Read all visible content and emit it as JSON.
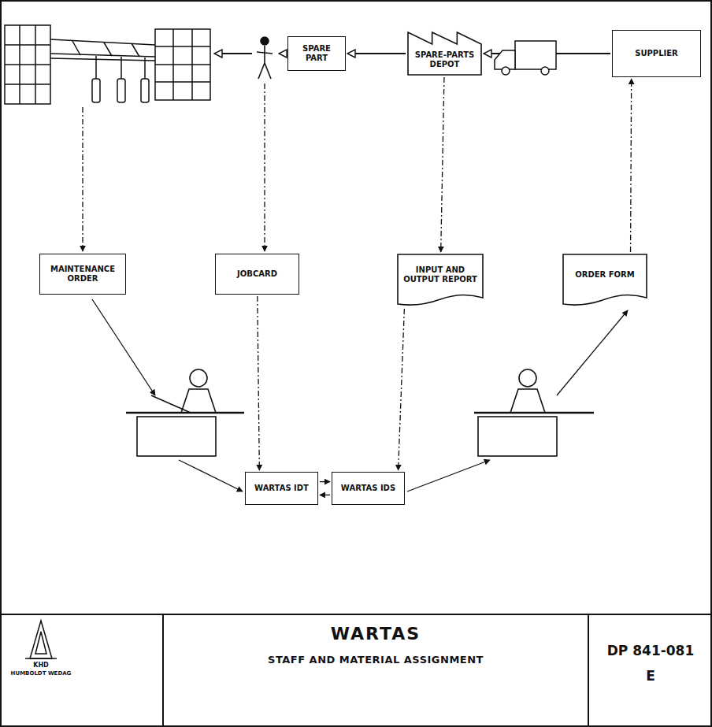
{
  "diagram": {
    "title": "WARTAS",
    "caption": "STAFF AND MATERIAL ASSIGNMENT",
    "nodes": [
      {
        "text": [
          "SPARE PART"
        ]
      },
      {
        "text": [
          "SPARE-PARTS DEPOT"
        ]
      },
      {
        "text": [
          "SUPPLIER"
        ]
      },
      {
        "text": [
          "MAINTENANCE ORDER"
        ]
      },
      {
        "text": [
          "JOBCARD"
        ]
      },
      {
        "text": [
          "INPUT AND OUTPUT REPORT"
        ]
      },
      {
        "text": [
          "ORDER FORM"
        ]
      },
      {
        "text": [
          "WARTAS IDT"
        ]
      },
      {
        "text": [
          "WARTAS IDS"
        ]
      }
    ],
    "edges": [
      {
        "from": 1,
        "to": 0,
        "arrow": "to"
      },
      {
        "from": 2,
        "to": 1,
        "arrow": "to"
      },
      {
        "from": 1,
        "to": 5,
        "arrow": "to"
      },
      {
        "from": 6,
        "to": 2,
        "arrow": "to"
      },
      {
        "from": 4,
        "to": 7,
        "arrow": "to"
      },
      {
        "from": 5,
        "to": 8,
        "arrow": "to"
      },
      {
        "from": 7,
        "to": 8,
        "arrow": "to"
      },
      {
        "from": 8,
        "to": 7,
        "arrow": "to"
      }
    ],
    "labels": [
      "DP 841-081",
      "E",
      "KHD",
      "HUMBOLDT WEDAG"
    ]
  }
}
